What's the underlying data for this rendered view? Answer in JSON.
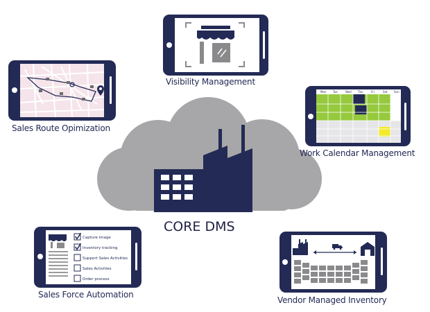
{
  "center": {
    "title": "CORE DMS"
  },
  "modules": {
    "visibility": {
      "label": "Visibility Management"
    },
    "sales_route": {
      "label": "Sales Route Opimization"
    },
    "work_calendar": {
      "label": "Work Calendar Management",
      "days": [
        "Mon",
        "Tue",
        "Wed",
        "Thu",
        "Fri",
        "Sat",
        "Sun"
      ]
    },
    "sales_force": {
      "label": "Sales Force Automation",
      "checklist": [
        {
          "text": "Capture image",
          "checked": true
        },
        {
          "text": "Inventory tracking",
          "checked": true
        },
        {
          "text": "Support Sales Activities",
          "checked": false
        },
        {
          "text": "Sales Activities",
          "checked": false
        },
        {
          "text": "Order process",
          "checked": false
        }
      ]
    },
    "vendor": {
      "label": "Vendor Managed Inventory"
    }
  },
  "colors": {
    "navy": "#232a55",
    "cloud": "#a7a7a9",
    "green": "#96c93d",
    "yellow": "#f2ea2b",
    "map": "#f5e4ea"
  }
}
